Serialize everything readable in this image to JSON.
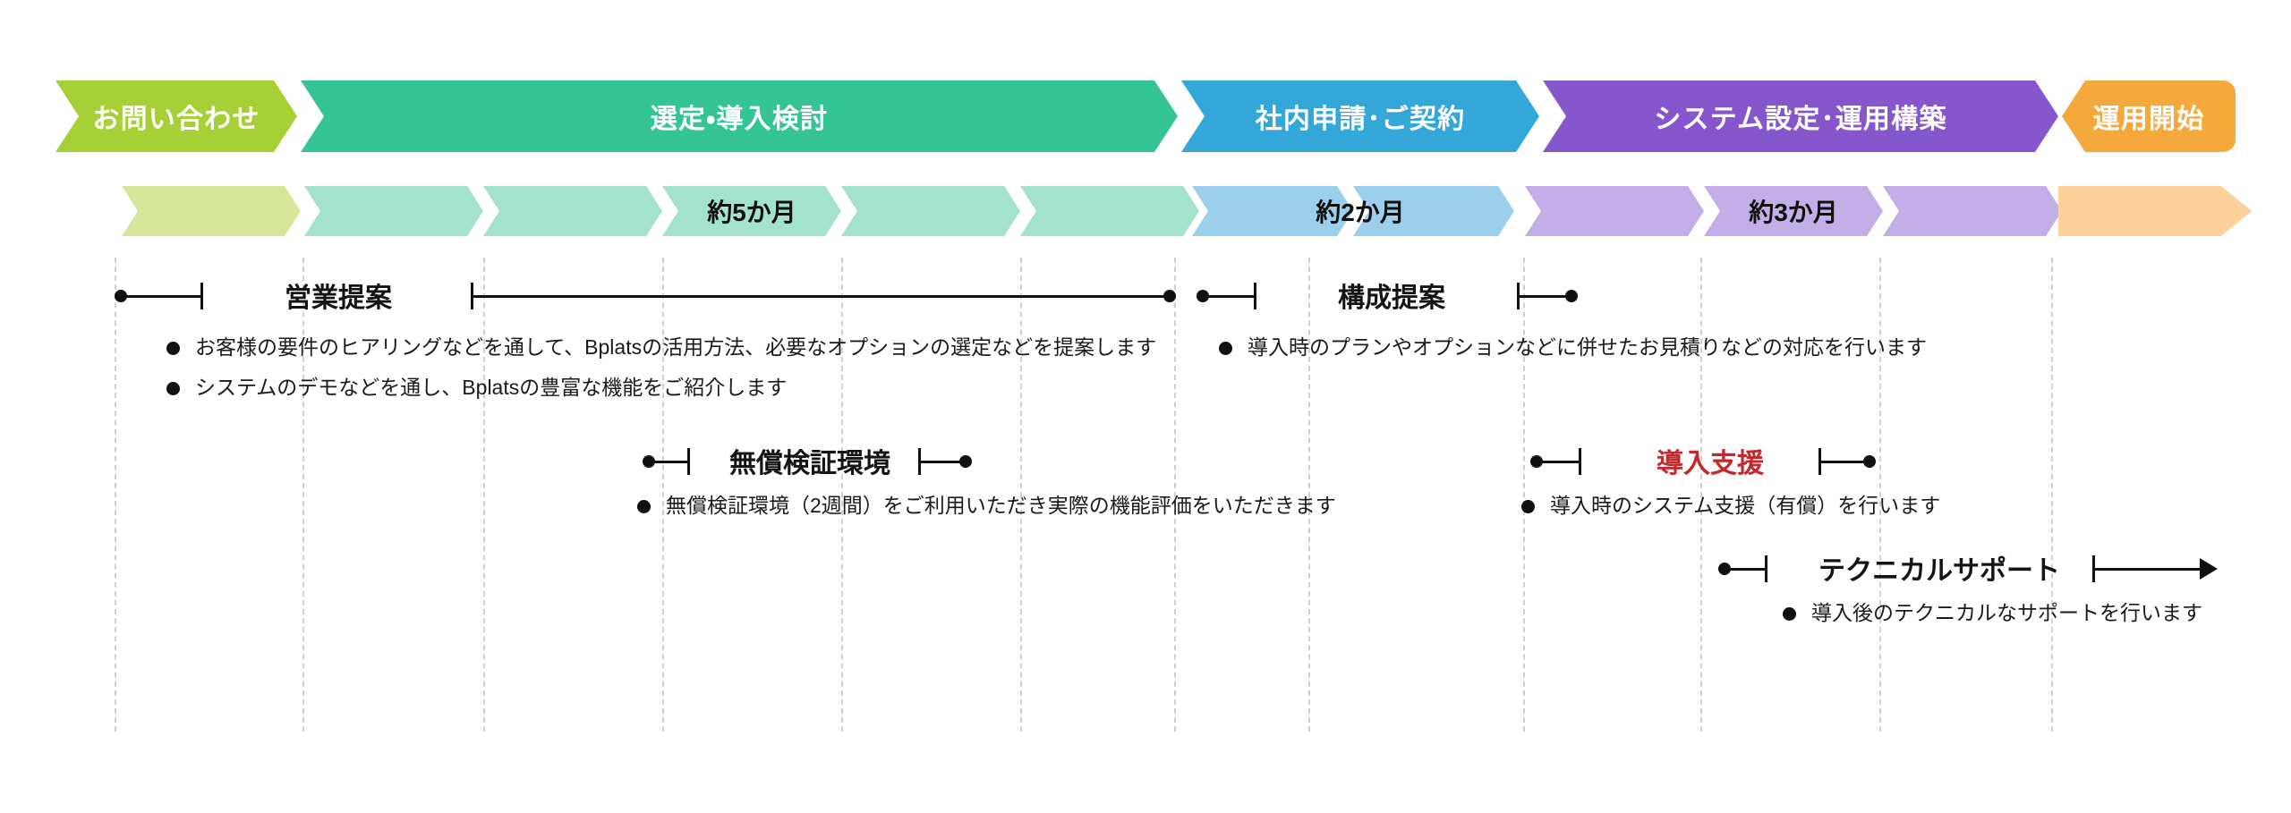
{
  "diagram": {
    "title": "Bplats 導入フロー タイムライン",
    "colors": {
      "phase_contact": "#a5d036",
      "phase_selection": "#35c495",
      "phase_contract": "#32a7d8",
      "phase_setup": "#8656cd",
      "phase_launch": "#f5a93c",
      "dur_contact": "#d7e79a",
      "dur_selection": "#a3e3cc",
      "dur_contract": "#9bcfeb",
      "dur_setup": "#c3aee8",
      "dur_launch": "#fbd39a",
      "accent_red": "#c4282d",
      "gridline": "#cfcfcf",
      "ink": "#111111"
    },
    "phases": [
      {
        "id": "contact",
        "label": "お問い合わせ"
      },
      {
        "id": "selection",
        "label": "選定・導入検討"
      },
      {
        "id": "contract",
        "label": "社内申請･ご契約"
      },
      {
        "id": "setup",
        "label": "システム設定･運用構築"
      },
      {
        "id": "launch",
        "label": "運用開始"
      }
    ],
    "durations": [
      {
        "id": "selection",
        "label": "約5か月"
      },
      {
        "id": "contract",
        "label": "約2か月"
      },
      {
        "id": "setup",
        "label": "約3か月"
      }
    ],
    "tasks": [
      {
        "id": "sales-proposal",
        "label": "営業提案",
        "accent": false,
        "end_style": "dot",
        "bullets": [
          "お客様の要件のヒアリングなどを通して、Bplatsの活用方法、必要なオプションの選定などを提案します",
          "システムのデモなどを通し、Bplatsの豊富な機能をご紹介します"
        ]
      },
      {
        "id": "configuration-proposal",
        "label": "構成提案",
        "accent": false,
        "end_style": "dot",
        "bullets": [
          "導入時のプランやオプションなどに併せたお見積りなどの対応を行います"
        ]
      },
      {
        "id": "free-trial-environment",
        "label": "無償検証環境",
        "accent": false,
        "end_style": "dot",
        "bullets": [
          "無償検証環境（2週間）をご利用いただき実際の機能評価をいただきます"
        ]
      },
      {
        "id": "implementation-support",
        "label": "導入支援",
        "accent": true,
        "end_style": "dot",
        "bullets": [
          "導入時のシステム支援（有償）を行います"
        ]
      },
      {
        "id": "technical-support",
        "label": "テクニカルサポート",
        "accent": false,
        "end_style": "arrow",
        "bullets": [
          "導入後のテクニカルなサポートを行います"
        ]
      }
    ]
  }
}
